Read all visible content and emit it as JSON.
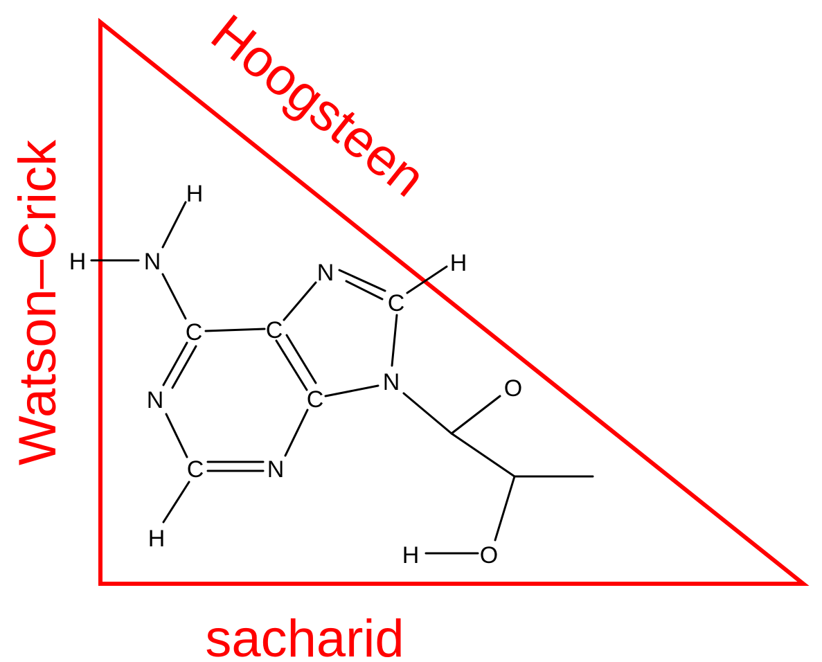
{
  "colors": {
    "edge": "#ff0000",
    "molecule": "#000000",
    "background": "#ffffff"
  },
  "edges": {
    "hoogsteen": "Hoogsteen",
    "watson_crick": "Watson–Crick",
    "sugar": "sacharid"
  },
  "atoms": {
    "h_amino_top": "H",
    "h_amino_left": "H",
    "n_amino": "N",
    "c6": "C",
    "c5": "C",
    "n7": "N",
    "c8": "C",
    "h8": "H",
    "n9": "N",
    "c4": "C",
    "n1": "N",
    "c2": "C",
    "n3": "N",
    "h2": "H",
    "o_ring": "O",
    "o_hydroxyl": "O",
    "h_hydroxyl": "H"
  }
}
